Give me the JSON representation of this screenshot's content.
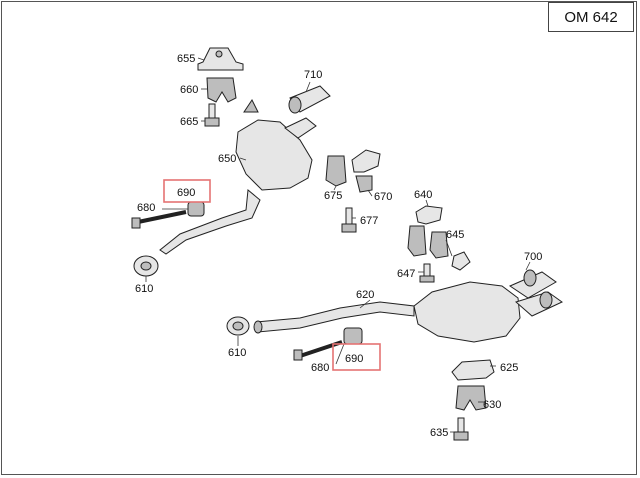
{
  "model": "OM 642",
  "labels": {
    "p655": "655",
    "p660": "660",
    "p665": "665",
    "p710": "710",
    "p650": "650",
    "p675": "675",
    "p670": "670",
    "p677": "677",
    "p640": "640",
    "p645": "645",
    "p647": "647",
    "p700": "700",
    "p690a": "690",
    "p680a": "680",
    "p610a": "610",
    "p620": "620",
    "p610b": "610",
    "p680b": "680",
    "p690b": "690",
    "p625": "625",
    "p630": "630",
    "p635": "635"
  },
  "highlight_color": "#e57373"
}
